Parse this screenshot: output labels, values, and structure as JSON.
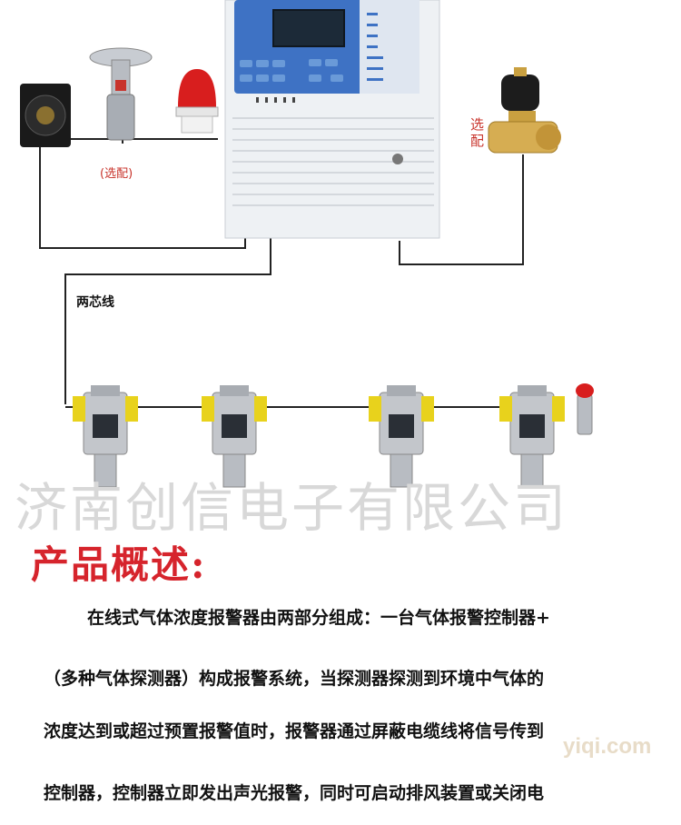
{
  "labels": {
    "optional_left": "(选配)",
    "optional_right_1": "选",
    "optional_right_2": "配",
    "two_core_wire": "两芯线"
  },
  "watermark": "济南创信电子有限公司",
  "section_title": "产品概述:",
  "paragraph_lines": [
    "在线式气体浓度报警器由两部分组成：一台气体报警控制器+",
    "（多种气体探测器）构成报警系统，当探测器探测到环境中气体的",
    "浓度达到或超过预置报警值时，报警器通过屏蔽电缆线将信号传到",
    "控制器，控制器立即发出声光报警，同时可启动排风装置或关闭电"
  ],
  "site_watermark": "yiqi.com",
  "colors": {
    "accent_red": "#d6242c",
    "controller_blue": "#3e72c4",
    "detector_yellow": "#e8d21c"
  }
}
